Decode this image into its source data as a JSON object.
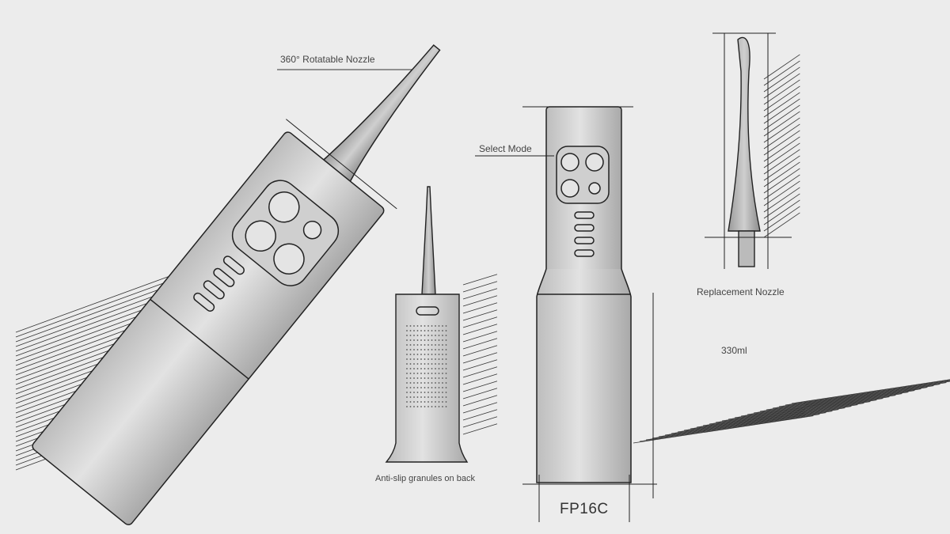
{
  "labels": {
    "rotatable_nozzle": "360° Rotatable Nozzle",
    "select_mode": "Select Mode",
    "replacement_nozzle": "Replacement Nozzle",
    "capacity": "330ml",
    "anti_slip": "Anti-slip granules on back",
    "model": "FP16C"
  },
  "colors": {
    "background": "#ececec",
    "body": "#d6d6d6",
    "stroke": "#2a2a2a",
    "label": "#444444"
  }
}
